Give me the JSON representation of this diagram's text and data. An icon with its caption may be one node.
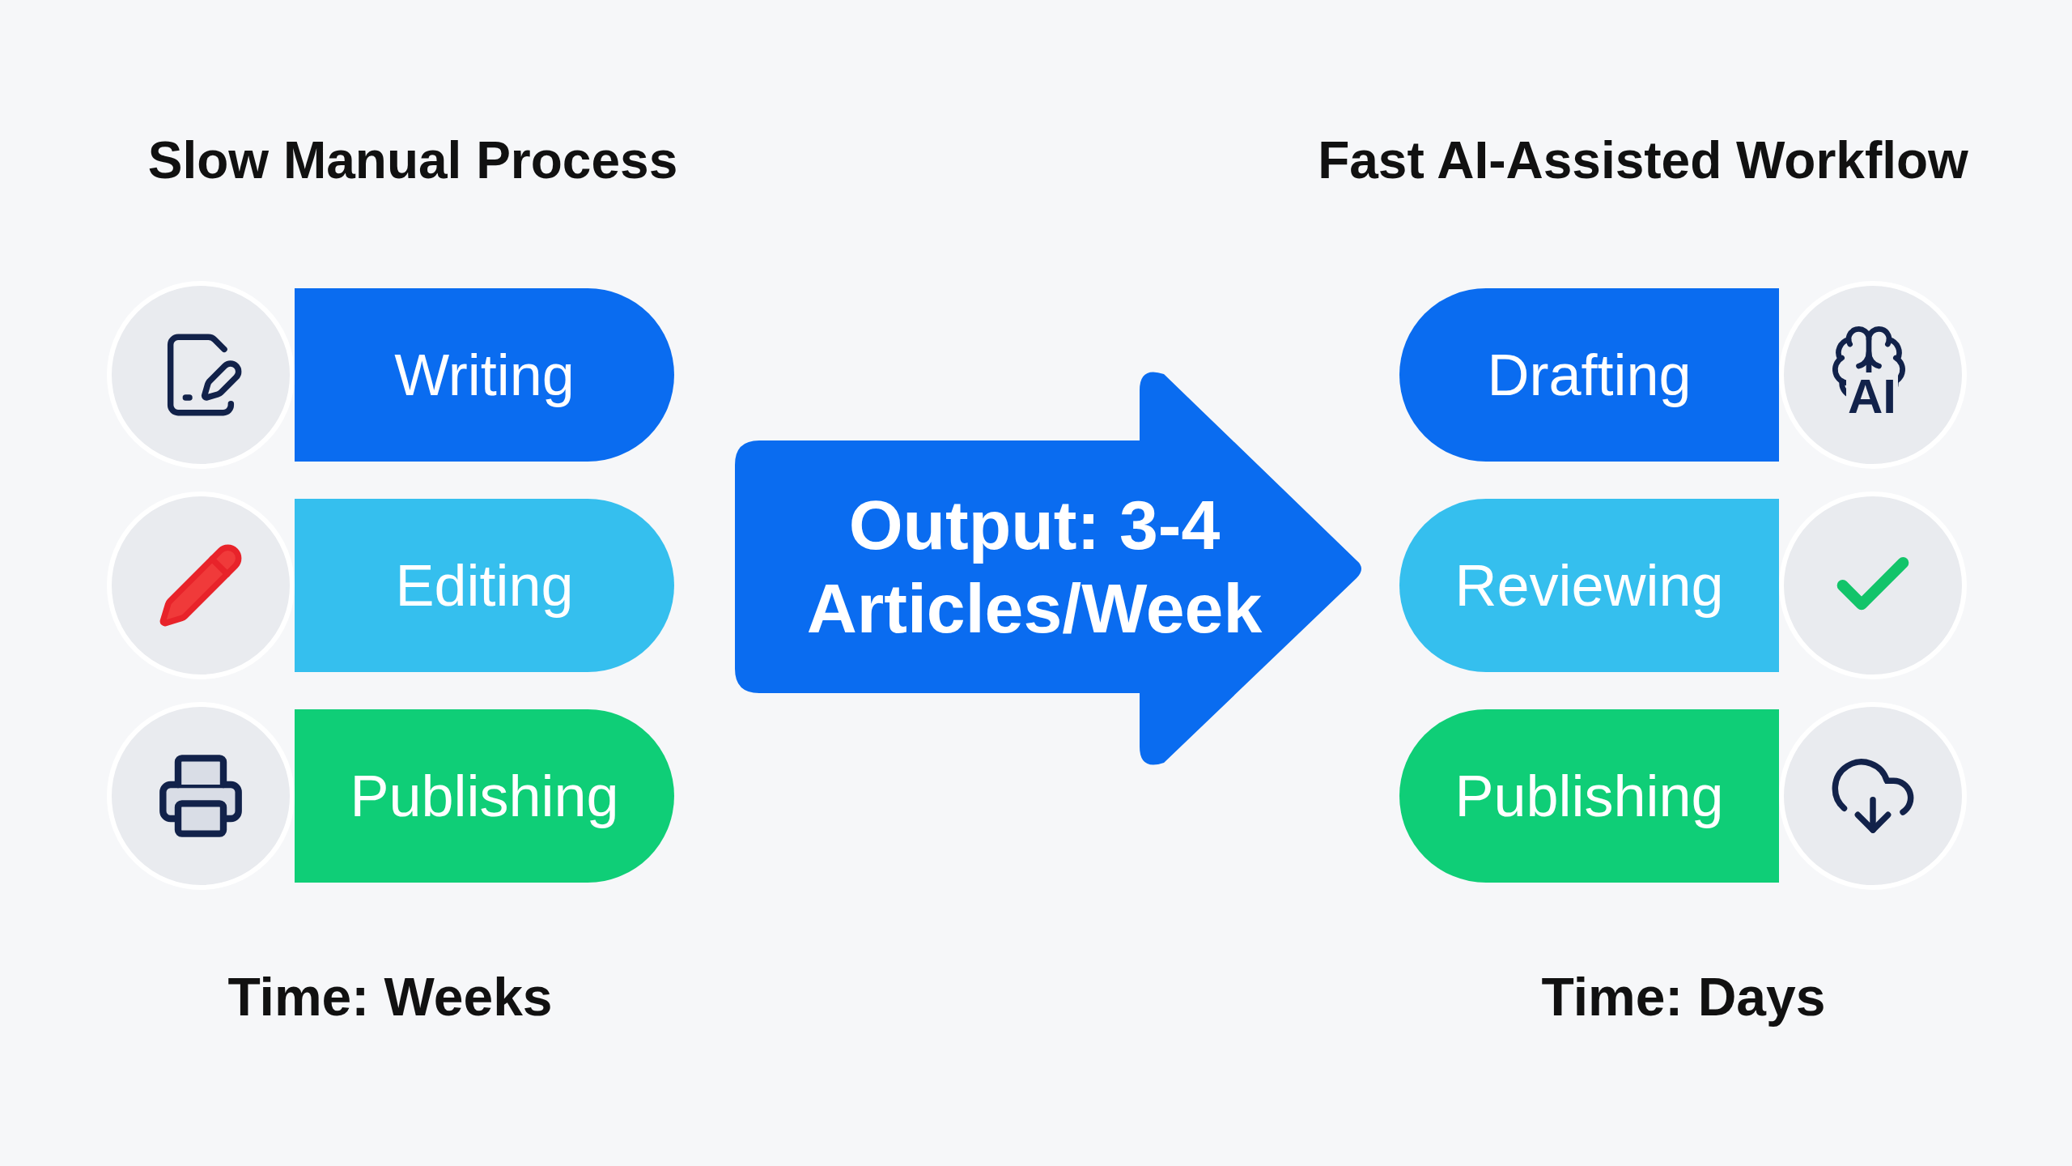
{
  "diagram": {
    "nodes": [
      {
        "text": [
          "Writing"
        ]
      },
      {
        "text": [
          "Editing"
        ]
      },
      {
        "text": [
          "Publishing"
        ]
      },
      {
        "text": [
          "Output: 3-4 Articles/Week"
        ]
      },
      {
        "text": [
          "Drafting"
        ]
      },
      {
        "text": [
          "Reviewing"
        ]
      },
      {
        "text": [
          "Publishing"
        ]
      }
    ],
    "labels": [
      "Slow Manual Process",
      "Fast AI-Assisted Workflow",
      "AI",
      "Time: Weeks",
      "Time: Days"
    ]
  }
}
